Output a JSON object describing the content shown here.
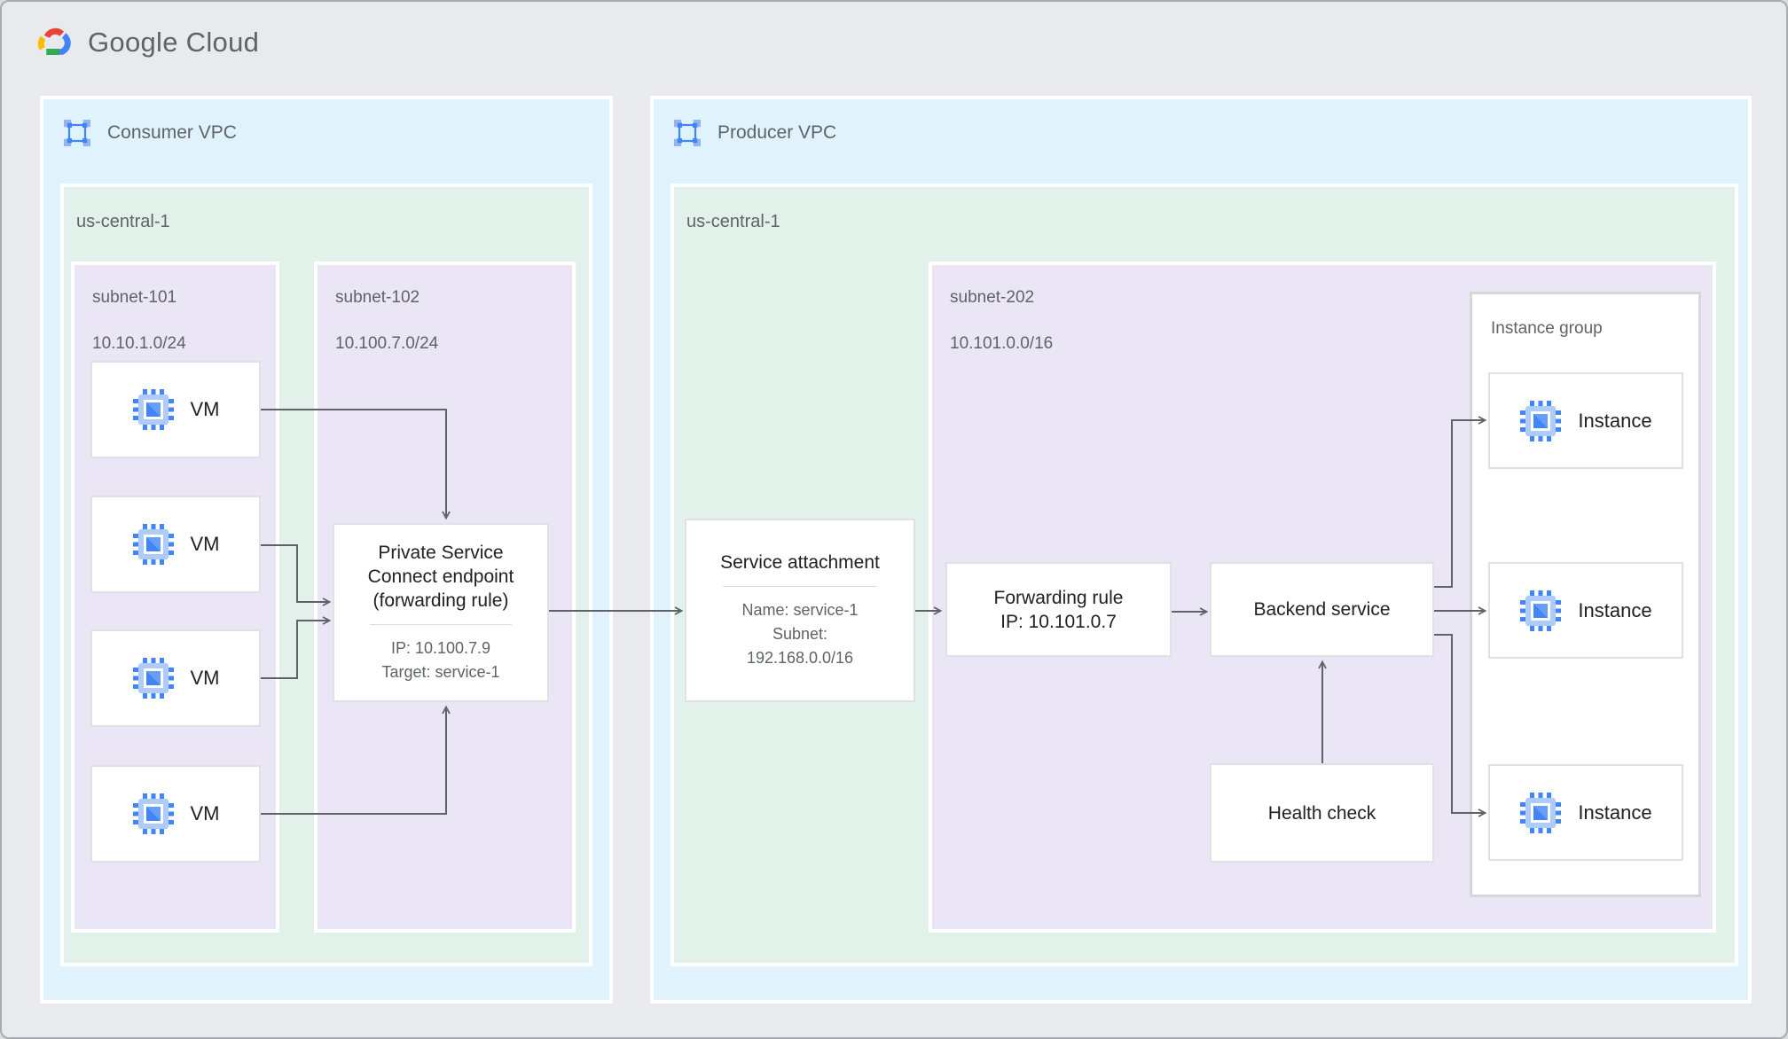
{
  "logo": {
    "text": "Google Cloud"
  },
  "consumer_vpc": {
    "label": "Consumer VPC",
    "region": {
      "label": "us-central-1",
      "subnet_101": {
        "name": "subnet-101",
        "cidr": "10.10.1.0/24",
        "vms": [
          {
            "label": "VM"
          },
          {
            "label": "VM"
          },
          {
            "label": "VM"
          },
          {
            "label": "VM"
          }
        ]
      },
      "subnet_102": {
        "name": "subnet-102",
        "cidr": "10.100.7.0/24",
        "psc_endpoint": {
          "title": "Private Service Connect endpoint (forwarding rule)",
          "ip": "IP: 10.100.7.9",
          "target": "Target: service-1"
        }
      }
    }
  },
  "producer_vpc": {
    "label": "Producer VPC",
    "region": {
      "label": "us-central-1",
      "service_attachment": {
        "title": "Service attachment",
        "name": "Name: service-1",
        "subnet_line1": "Subnet:",
        "subnet_line2": "192.168.0.0/16"
      },
      "subnet_202": {
        "name": "subnet-202",
        "cidr": "10.101.0.0/16",
        "forwarding_rule": {
          "title": "Forwarding rule",
          "ip": "IP: 10.101.0.7"
        },
        "backend_service": {
          "title": "Backend service"
        },
        "health_check": {
          "title": "Health check"
        },
        "instance_group": {
          "label": "Instance group",
          "instances": [
            {
              "label": "Instance"
            },
            {
              "label": "Instance"
            },
            {
              "label": "Instance"
            }
          ]
        }
      }
    }
  },
  "colors": {
    "page_bg": "#e8eaed",
    "vpc_bg": "#e0f3fc",
    "region_bg": "#e2f1ea",
    "subnet_bg": "#eae6f5",
    "card_bg": "#ffffff",
    "card_border": "#dfe1e5",
    "connector": "#5f6368",
    "title_text": "#202124",
    "muted_text": "#5f6368",
    "google_blue": "#4285f4",
    "google_red": "#ea4335",
    "google_yellow": "#fbbc04",
    "google_green": "#34a853"
  }
}
